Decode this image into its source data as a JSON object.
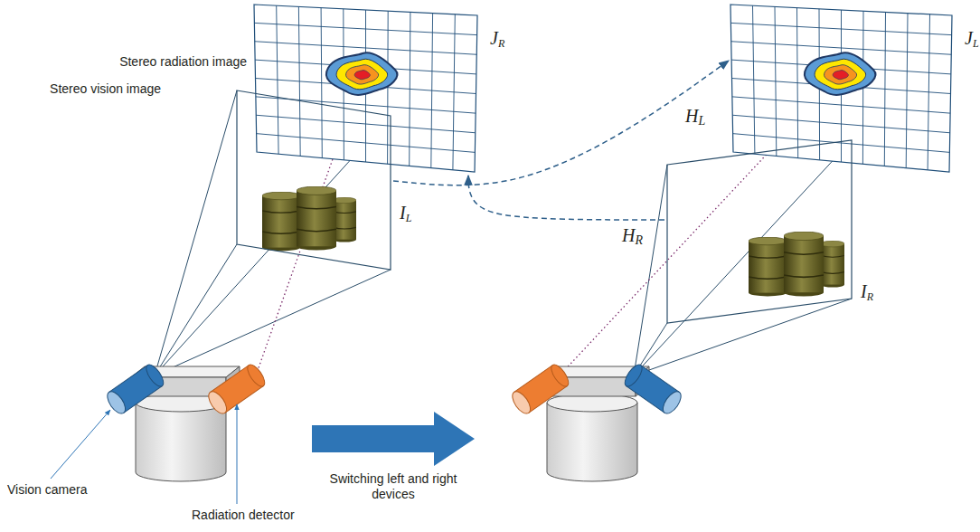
{
  "diagram": {
    "nodes": [
      {
        "text": [
          "Stereo radiation image",
          "JR"
        ]
      },
      {
        "text": [
          "JL"
        ]
      },
      {
        "text": [
          "Stereo vision image",
          "IL"
        ]
      },
      {
        "text": [
          "IR"
        ]
      }
    ],
    "edges": [
      {
        "from": 2,
        "to": 1,
        "label": "HL",
        "arrow": "to"
      },
      {
        "from": 3,
        "to": 0,
        "label": "HR",
        "arrow": "to"
      }
    ],
    "labels": [
      "Vision camera",
      "Radiation detector",
      "Switching left and right devices"
    ]
  }
}
